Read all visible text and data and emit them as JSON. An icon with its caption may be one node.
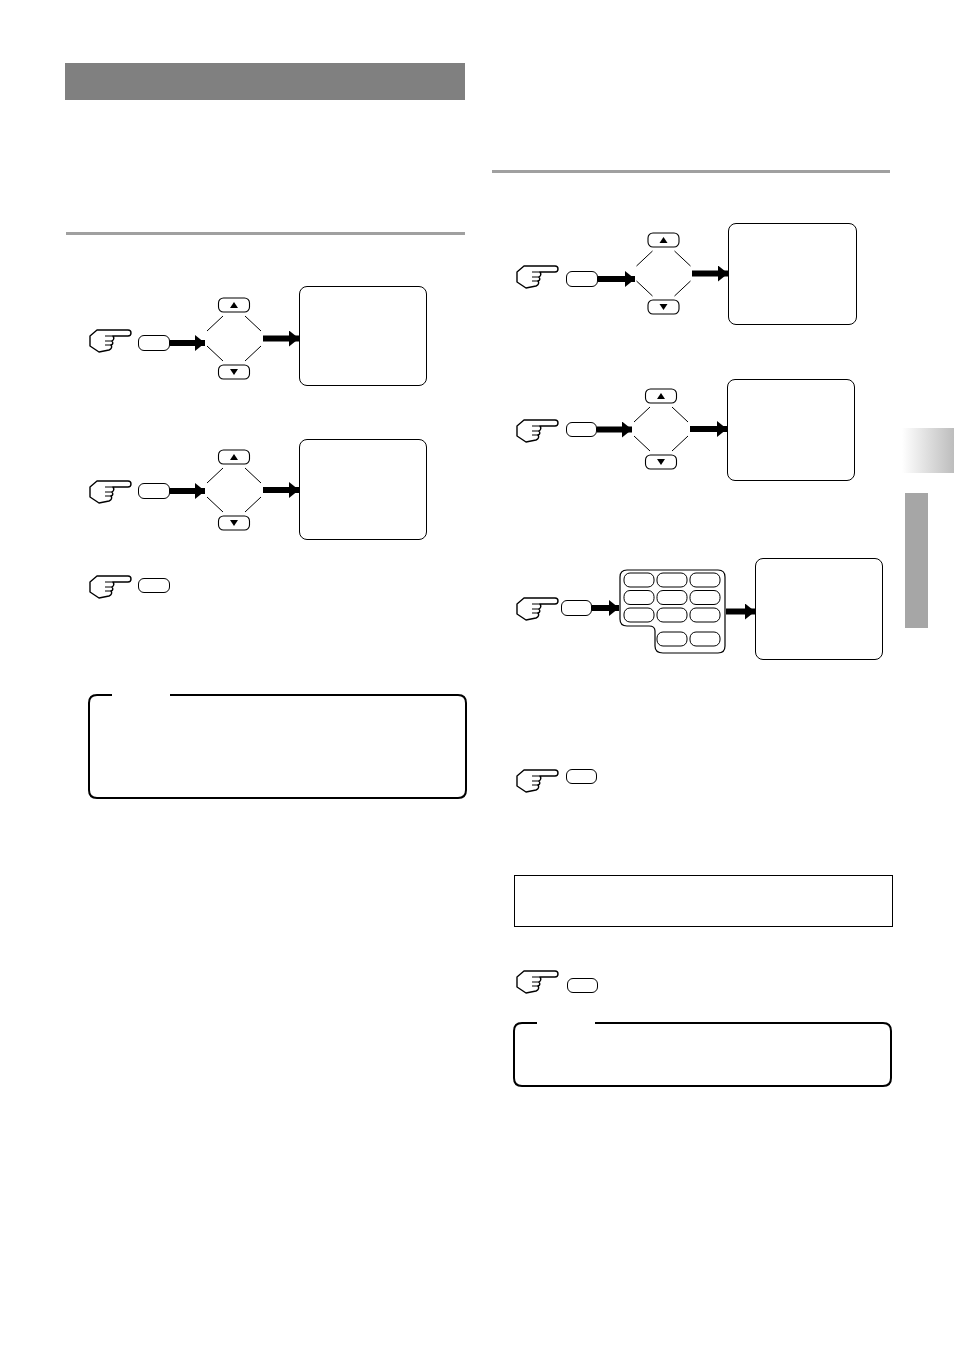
{
  "diagram": {
    "nodes": [
      {
        "text": [],
        "shape": "box"
      },
      {
        "text": [],
        "shape": "selector"
      },
      {
        "text": [],
        "shape": "box"
      },
      {
        "text": [],
        "shape": "box"
      },
      {
        "text": [],
        "shape": "selector"
      },
      {
        "text": [],
        "shape": "box"
      },
      {
        "text": [],
        "shape": "box"
      },
      {
        "text": [],
        "shape": "box"
      },
      {
        "text": [],
        "shape": "box"
      },
      {
        "text": [],
        "shape": "selector"
      },
      {
        "text": [],
        "shape": "box"
      },
      {
        "text": [],
        "shape": "box"
      },
      {
        "text": [],
        "shape": "selector"
      },
      {
        "text": [],
        "shape": "box"
      },
      {
        "text": [],
        "shape": "box"
      },
      {
        "text": [],
        "shape": "keypad"
      },
      {
        "text": [],
        "shape": "box"
      },
      {
        "text": [],
        "shape": "box"
      },
      {
        "text": [],
        "shape": "box"
      },
      {
        "text": [],
        "shape": "box"
      },
      {
        "text": [],
        "shape": "box"
      }
    ],
    "edges": [
      {
        "from": 0,
        "to": 1,
        "arrow": "to"
      },
      {
        "from": 1,
        "to": 2,
        "arrow": "to"
      },
      {
        "from": 3,
        "to": 4,
        "arrow": "to"
      },
      {
        "from": 4,
        "to": 5,
        "arrow": "to"
      },
      {
        "from": 8,
        "to": 9,
        "arrow": "to"
      },
      {
        "from": 9,
        "to": 10,
        "arrow": "to"
      },
      {
        "from": 11,
        "to": 12,
        "arrow": "to"
      },
      {
        "from": 12,
        "to": 13,
        "arrow": "to"
      },
      {
        "from": 14,
        "to": 15,
        "arrow": "to"
      },
      {
        "from": 15,
        "to": 16,
        "arrow": "to"
      }
    ]
  }
}
